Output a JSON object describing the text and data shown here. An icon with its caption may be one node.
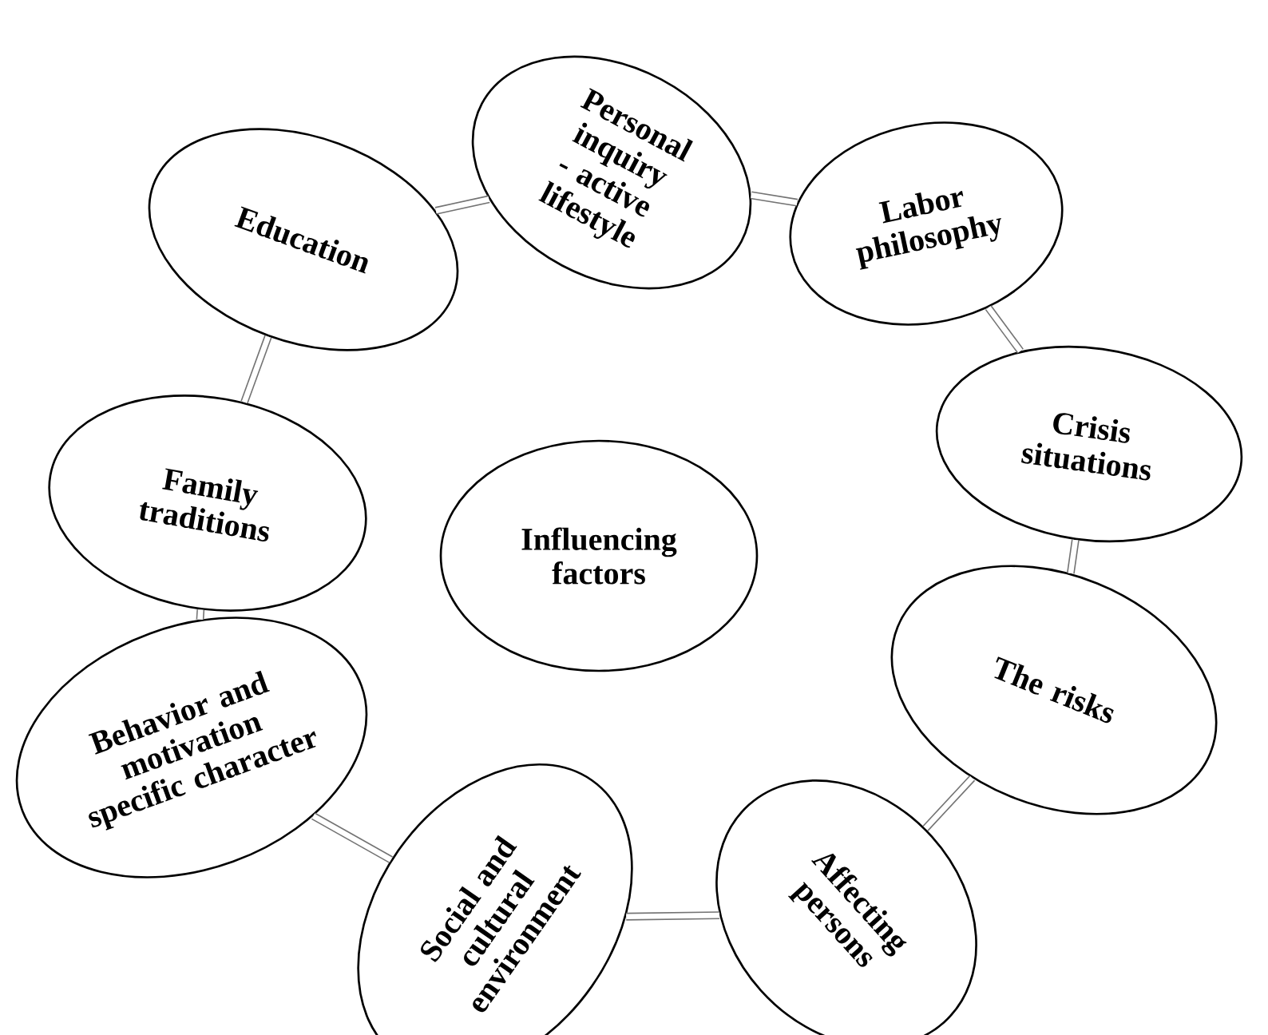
{
  "diagram": {
    "nodes": [
      {
        "text": [
          "Education"
        ]
      },
      {
        "text": [
          "Personal inquiry - active lifestyle"
        ]
      },
      {
        "text": [
          "Labor philosophy"
        ]
      },
      {
        "text": [
          "Crisis situations"
        ]
      },
      {
        "text": [
          "The risks"
        ]
      },
      {
        "text": [
          "Affecting persons"
        ]
      },
      {
        "text": [
          "Social and cultural environment"
        ]
      },
      {
        "text": [
          "Behavior and motivation specific character"
        ]
      },
      {
        "text": [
          "Family traditions"
        ]
      },
      {
        "text": [
          "Influencing factors"
        ]
      }
    ],
    "edges": [
      {
        "from": 0,
        "to": 1,
        "arrow": "none"
      },
      {
        "from": 1,
        "to": 2,
        "arrow": "none"
      },
      {
        "from": 2,
        "to": 3,
        "arrow": "none"
      },
      {
        "from": 3,
        "to": 4,
        "arrow": "none"
      },
      {
        "from": 4,
        "to": 5,
        "arrow": "none"
      },
      {
        "from": 5,
        "to": 6,
        "arrow": "none"
      },
      {
        "from": 6,
        "to": 7,
        "arrow": "none"
      },
      {
        "from": 7,
        "to": 8,
        "arrow": "none"
      },
      {
        "from": 8,
        "to": 0,
        "arrow": "none"
      }
    ]
  }
}
